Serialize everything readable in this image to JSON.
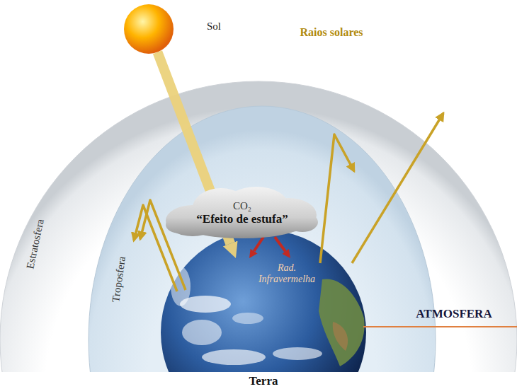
{
  "diagram": {
    "nodes": [
      {
        "text": [
          "Sol"
        ]
      },
      {
        "text": [
          "CO₂",
          "“Efeito de estufa”"
        ]
      },
      {
        "text": [
          "Rad. Infravermelha",
          "Terra"
        ]
      }
    ],
    "edges": [
      {
        "from": 0,
        "to": 2,
        "arrow": "to"
      },
      {
        "from": 1,
        "to": 2,
        "arrow": "to"
      },
      {
        "from": 1,
        "to": 2,
        "arrow": "to"
      }
    ],
    "labels": [
      "Raios solares",
      "Estratosfera",
      "Troposfera",
      "ATMOSFERA"
    ]
  }
}
